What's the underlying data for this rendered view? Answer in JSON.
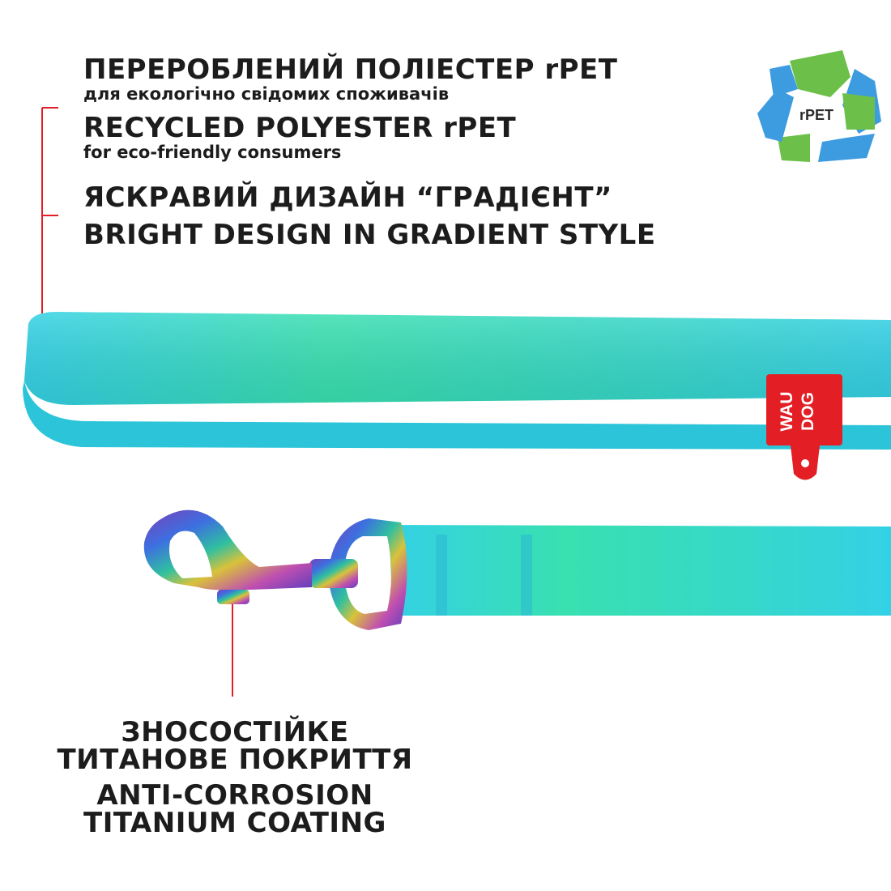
{
  "features": {
    "rpet": {
      "ua_title": "ПЕРЕРОБЛЕНИЙ ПОЛІЕСТЕР rPET",
      "ua_subtitle": "для екологічно свідомих споживачів",
      "en_title": "RECYCLED POLYESTER rPET",
      "en_subtitle": "for eco-friendly consumers"
    },
    "design": {
      "ua_title": "ЯСКРАВИЙ ДИЗАЙН “ГРАДІЄНТ”",
      "en_title": "BRIGHT DESIGN IN GRADIENT STYLE"
    },
    "coating": {
      "ua_line1": "ЗНОСОСТІЙКЕ",
      "ua_line2": "ТИТАНОВЕ ПОКРИТТЯ",
      "en_line1": "ANTI-CORROSION",
      "en_line2": "TITANIUM COATING"
    }
  },
  "badge": {
    "label": "rPET",
    "icon": "recycle-icon"
  },
  "brand_tag": {
    "line1": "WAU",
    "line2": "DOG"
  },
  "colors": {
    "accent_red": "#e31e24",
    "leash_cyan": "#33d1e6",
    "leash_mint": "#39e0b0",
    "recycle_green": "#6cc04a",
    "recycle_blue": "#3d9be0"
  }
}
